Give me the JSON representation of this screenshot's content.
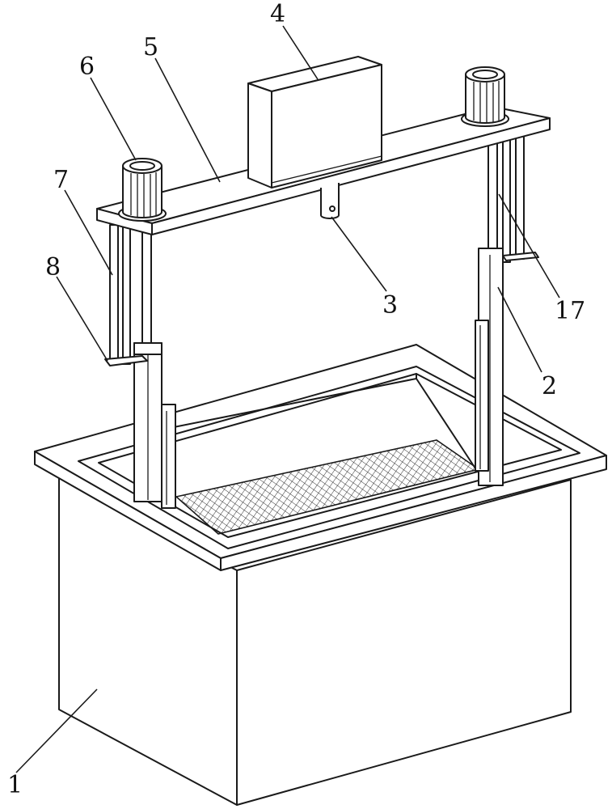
{
  "callouts": [
    {
      "id": "label-1",
      "text": "1"
    },
    {
      "id": "label-2",
      "text": "2"
    },
    {
      "id": "label-3",
      "text": "3"
    },
    {
      "id": "label-4",
      "text": "4"
    },
    {
      "id": "label-5",
      "text": "5"
    },
    {
      "id": "label-6",
      "text": "6"
    },
    {
      "id": "label-7",
      "text": "7"
    },
    {
      "id": "label-8",
      "text": "8"
    },
    {
      "id": "label-17",
      "text": "17"
    }
  ],
  "colors": {
    "line": "#1a1a1a",
    "background": "#ffffff",
    "mesh": "#1a1a1a"
  }
}
